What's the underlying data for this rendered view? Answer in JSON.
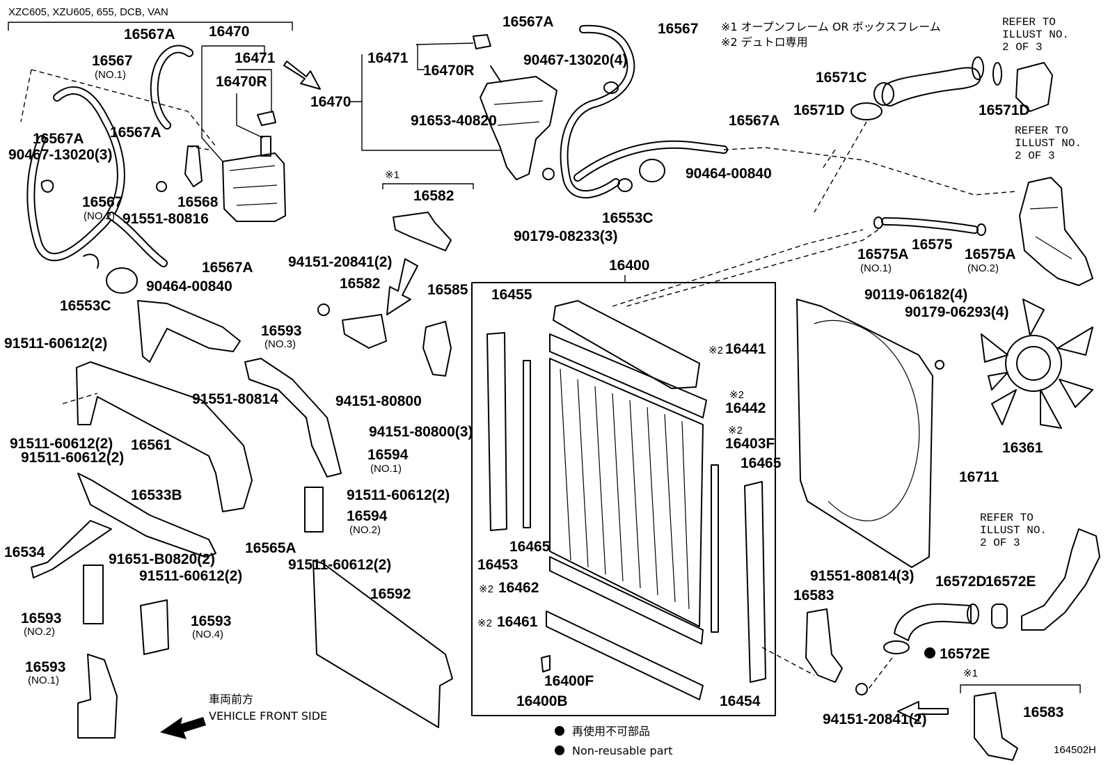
{
  "header": {
    "applicability": "XZC605, XZU605, 655, DCB, VAN",
    "note1": "※1 オープンフレーム OR ボックスフレーム",
    "note2": "※2 デュトロ専用",
    "refer_line1": "REFER TO",
    "refer_line2": "ILLUST NO.",
    "refer_line3": "2 OF 3"
  },
  "legend": {
    "non_reusable_jp": "再使用不可部品",
    "non_reusable_en": "Non-reusable part",
    "vehicle_front_jp": "車両前方",
    "vehicle_front_en": "VEHICLE FRONT SIDE"
  },
  "footer": {
    "illustration_code": "164502H"
  },
  "markers": {
    "m1": "※1",
    "m2": "※2"
  },
  "labels": {
    "l16567A_a": "16567A",
    "l16470_a": "16470",
    "l16471_a": "16471",
    "l16470R_a": "16470R",
    "l16567_no1": "16567",
    "no1_a": "(NO.1)",
    "l16567A_b": "16567A",
    "l16567A_c": "16567A",
    "l90467_3": "90467-13020(3)",
    "l16567_no2": "16567",
    "no2_a": "(NO.2)",
    "l16568": "16568",
    "l91551_80816": "91551-80816",
    "l16567A_d": "16567A",
    "l90464_a": "90464-00840",
    "l16553C_a": "16553C",
    "l16470_b": "16470",
    "l16471_b": "16471",
    "l16470R_b": "16470R",
    "l91653": "91653-40820",
    "l16567A_e": "16567A",
    "l16567_top": "16567",
    "l90467_4": "90467-13020(4)",
    "l16567A_f": "16567A",
    "l90464_b": "90464-00840",
    "l16553C_b": "16553C",
    "l90179_08233": "90179-08233(3)",
    "l16582_a": "16582",
    "l94151_20841_2": "94151-20841(2)",
    "l16582_b": "16582",
    "l16585": "16585",
    "l94151_80800": "94151-80800",
    "l94151_80800_3": "94151-80800(3)",
    "l16593_no3": "16593",
    "no3": "(NO.3)",
    "l91511_a": "91511-60612(2)",
    "l91551_80814": "91551-80814",
    "l91511_b": "91511-60612(2)",
    "l91511_c": "91511-60612(2)",
    "l16561": "16561",
    "l16594_no1": "16594",
    "no1_b": "(NO.1)",
    "l91511_d": "91511-60612(2)",
    "l16594_no2": "16594",
    "no2_b": "(NO.2)",
    "l16533B": "16533B",
    "l16565A": "16565A",
    "l16534": "16534",
    "l91651": "91651-B0820(2)",
    "l91511_e": "91511-60612(2)",
    "l91511_f": "91511-60612(2)",
    "l16592": "16592",
    "l16593_no2": "16593",
    "no2_c": "(NO.2)",
    "l16593_no4": "16593",
    "no4": "(NO.4)",
    "l16593_no1": "16593",
    "no1_c": "(NO.1)",
    "l16400": "16400",
    "l16455": "16455",
    "l16441": "16441",
    "l16442": "16442",
    "l16403F": "16403F",
    "l16465_a": "16465",
    "l16465_b": "16465",
    "l16453": "16453",
    "l16462": "16462",
    "l16461": "16461",
    "l16400F": "16400F",
    "l16400B": "16400B",
    "l16454": "16454",
    "l16571C": "16571C",
    "l16571D_a": "16571D",
    "l16571D_b": "16571D",
    "l16575A_no1": "16575A",
    "no1_d": "(NO.1)",
    "l16575": "16575",
    "l16575A_no2": "16575A",
    "no2_d": "(NO.2)",
    "l90119": "90119-06182(4)",
    "l90179_06293": "90179-06293(4)",
    "l16361": "16361",
    "l16711": "16711",
    "l16572D": "16572D",
    "l16572E_a": "16572E",
    "l16572E_b": "16572E",
    "l91551_80814_3": "91551-80814(3)",
    "l16583_a": "16583",
    "l94151_20841_2b": "94151-20841(2)",
    "l16583_b": "16583"
  }
}
